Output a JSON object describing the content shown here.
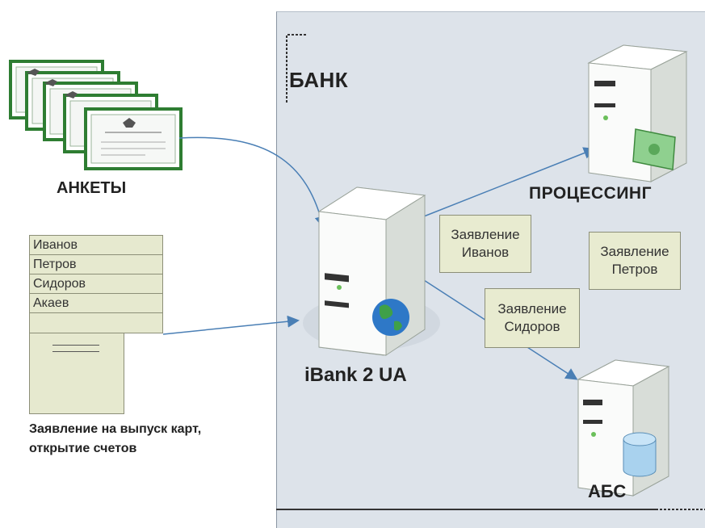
{
  "bank": {
    "title": "БАНК"
  },
  "forms": {
    "label": "АНКЕТЫ"
  },
  "names_list": {
    "rows": [
      "Иванов",
      "Петров",
      "Сидоров",
      "Акаев",
      ""
    ]
  },
  "application": {
    "caption_line1": "Заявление на выпуск карт,",
    "caption_line2": "открытие счетов"
  },
  "servers": {
    "ibank": "iBank 2 UA",
    "processing": "ПРОЦЕССИНГ",
    "abs": "АБС"
  },
  "notes": [
    {
      "line1": "Заявление",
      "line2": "Иванов"
    },
    {
      "line1": "Заявление",
      "line2": "Петров"
    },
    {
      "line1": "Заявление",
      "line2": "Сидоров"
    }
  ],
  "colors": {
    "panel": "#dde3ea",
    "note_bg": "#e8ebd0",
    "arrow": "#4a7fb5",
    "card_border": "#2e7d32"
  }
}
